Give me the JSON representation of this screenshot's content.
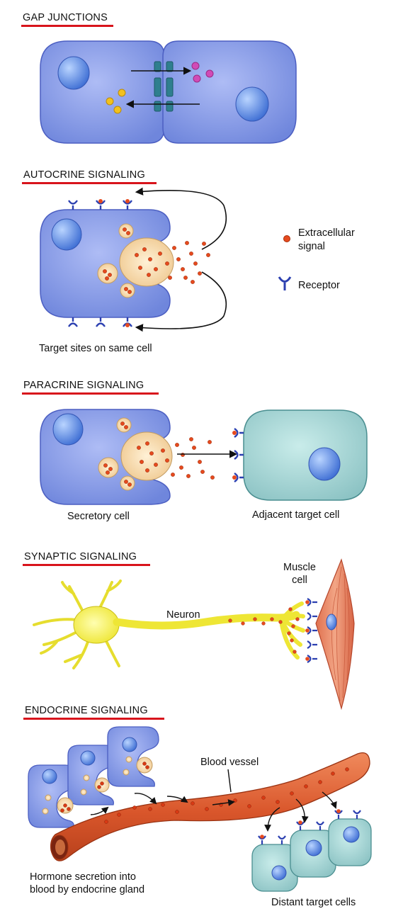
{
  "sections": {
    "gap": {
      "title": "GAP JUNCTIONS"
    },
    "autocrine": {
      "title": "AUTOCRINE SIGNALING",
      "caption": "Target sites on same cell"
    },
    "paracrine": {
      "title": "PARACRINE SIGNALING",
      "secretory_label": "Secretory cell",
      "target_label": "Adjacent target cell"
    },
    "synaptic": {
      "title": "SYNAPTIC SIGNALING",
      "neuron_label": "Neuron",
      "muscle_label_1": "Muscle",
      "muscle_label_2": "cell"
    },
    "endocrine": {
      "title": "ENDOCRINE SIGNALING",
      "vessel_label": "Blood vessel",
      "hormone_label_1": "Hormone secretion into",
      "hormone_label_2": "blood by endocrine gland",
      "targets_label": "Distant target cells"
    }
  },
  "legend": {
    "signal_label_1": "Extracellular",
    "signal_label_2": "signal",
    "receptor_label": "Receptor"
  },
  "colors": {
    "cell_blue": "#7f95e6",
    "cell_teal": "#9fd0cf",
    "nucleus": "#5b8fe0",
    "signal": "#e64a1e",
    "receptor": "#2b3fb0",
    "heading_rule": "#d8141c",
    "neuron": "#f5f24a",
    "vessel": "#e0693c"
  }
}
